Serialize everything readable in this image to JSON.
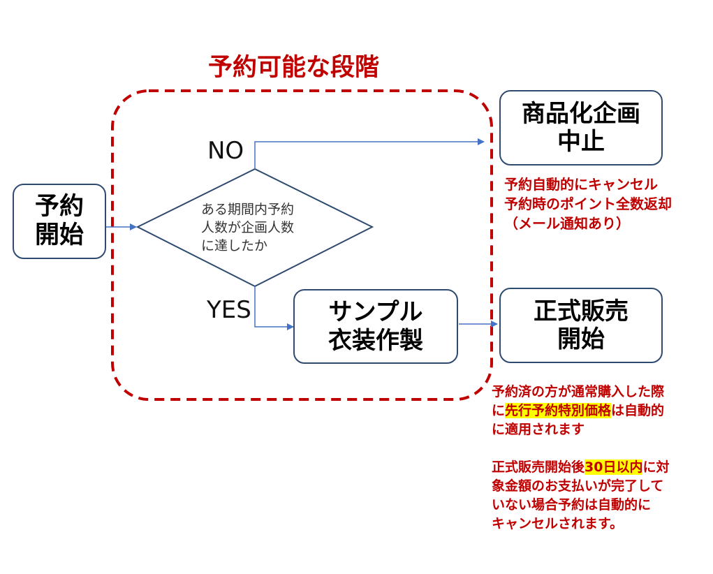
{
  "stage_title": "予約可能な段階",
  "nodes": {
    "start": {
      "line1": "予約",
      "line2": "開始"
    },
    "decision": {
      "line1": "ある期間内予約",
      "line2": "人数が企画人数",
      "line3": "に達したか"
    },
    "sample": {
      "line1": "サンプル",
      "line2": "衣装作製"
    },
    "cancel": {
      "line1": "商品化企画",
      "line2": "中止"
    },
    "launch": {
      "line1": "正式販売",
      "line2": "開始"
    }
  },
  "branches": {
    "no": "NO",
    "yes": "YES"
  },
  "notes": {
    "cancel": {
      "line1": "予約自動的にキャンセル",
      "line2": "予約時のポイント全数返却",
      "line3": "（メール通知あり）"
    },
    "launch": {
      "p1_line1": "予約済の方が通常購入した際",
      "p1_line2_pre": "に",
      "p1_line2_hl": "先行予約特別価格",
      "p1_line2_post": "は自動的",
      "p1_line3": "に適用されます",
      "p2_line1_pre": "正式販売開始後",
      "p2_line1_hl": "30日以内",
      "p2_line1_post": "に対",
      "p2_line2": "象金額のお支払いが完了して",
      "p2_line3": "いない場合予約は自動的に",
      "p2_line4": "キャンセルされます。"
    }
  },
  "colors": {
    "accent_red": "#c00000",
    "box_border": "#2f4a70",
    "arrow_blue": "#4472c4",
    "highlight": "#ffff00"
  }
}
